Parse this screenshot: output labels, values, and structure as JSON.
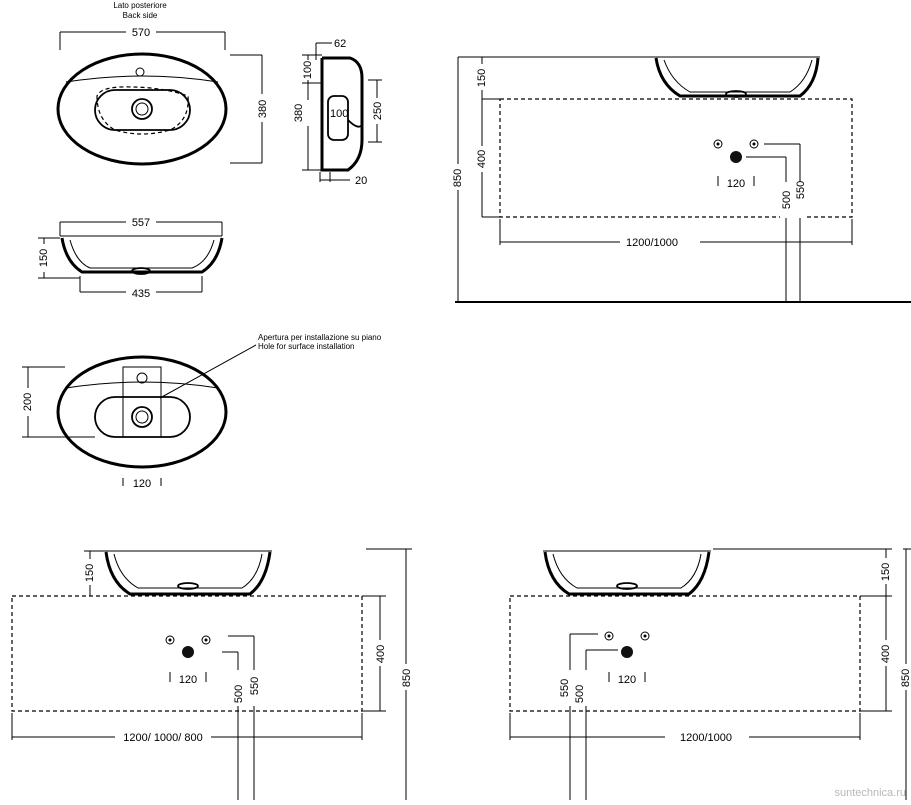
{
  "labels": {
    "back_side_it": "Lato posteriore",
    "back_side_en": "Back side",
    "hole_it": "Apertura per installazione su piano",
    "hole_en": "Hole for surface installation",
    "watermark": "suntechnica.ru"
  },
  "top_view": {
    "width": "570",
    "height": "380"
  },
  "side_view": {
    "top": "62",
    "upper": "100",
    "total": "380",
    "inner": "100",
    "right": "250",
    "bottom": "20"
  },
  "front_view": {
    "top_width": "557",
    "bottom_width": "435",
    "height": "150"
  },
  "install_view": {
    "height": "200",
    "width": "120"
  },
  "panel_a": {
    "basin_h": "150",
    "cabinet_h": "400",
    "total_h": "850",
    "tap_spacing": "120",
    "drain_h1": "500",
    "drain_h2": "550",
    "cabinet_w": "1200/1000"
  },
  "panel_b": {
    "basin_h": "150",
    "cabinet_h": "400",
    "total_h": "850",
    "tap_spacing": "120",
    "drain_h1": "500",
    "drain_h2": "550",
    "cabinet_w": "1200/ 1000/ 800"
  },
  "panel_c": {
    "basin_h": "150",
    "cabinet_h": "400",
    "total_h": "850",
    "tap_spacing": "120",
    "drain_h1": "500",
    "drain_h2": "550",
    "cabinet_w": "1200/1000"
  }
}
